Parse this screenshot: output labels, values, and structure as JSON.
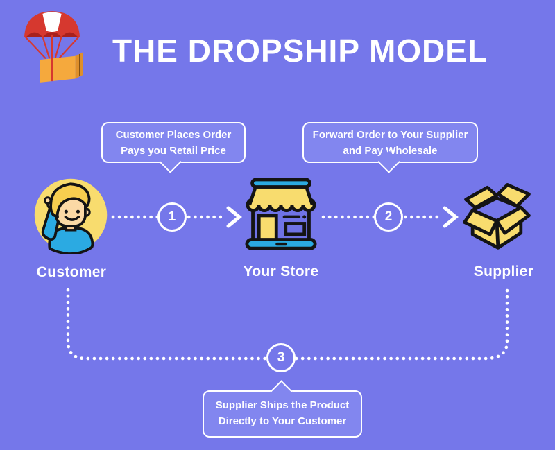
{
  "title": "THE DROPSHIP MODEL",
  "colors": {
    "background": "#7577EA",
    "bubble_fill": "#8286EF",
    "text_white": "#FFFFFF",
    "outline_black": "#141414",
    "icon_yellow": "#F8DC6E",
    "icon_blue": "#2BAAE2",
    "logo_red": "#D6382F",
    "logo_dark_red": "#A8201C",
    "logo_orange": "#F5A93D",
    "skin": "#FBD9A5",
    "hair_yellow": "#F7CE4F"
  },
  "logo": {
    "icon": "parachute-package-icon"
  },
  "nodes": {
    "customer": {
      "label": "Customer",
      "icon": "customer-avatar-icon"
    },
    "store": {
      "label": "Your Store",
      "icon": "storefront-icon"
    },
    "supplier": {
      "label": "Supplier",
      "icon": "open-box-icon"
    }
  },
  "steps": [
    {
      "number": "1",
      "callout_line1": "Customer Places Order",
      "callout_line2": "Pays you Retail Price"
    },
    {
      "number": "2",
      "callout_line1": "Forward Order to Your Supplier",
      "callout_line2": "and Pay Wholesale"
    },
    {
      "number": "3",
      "callout_line1": "Supplier Ships the Product",
      "callout_line2": "Directly to Your Customer"
    }
  ]
}
